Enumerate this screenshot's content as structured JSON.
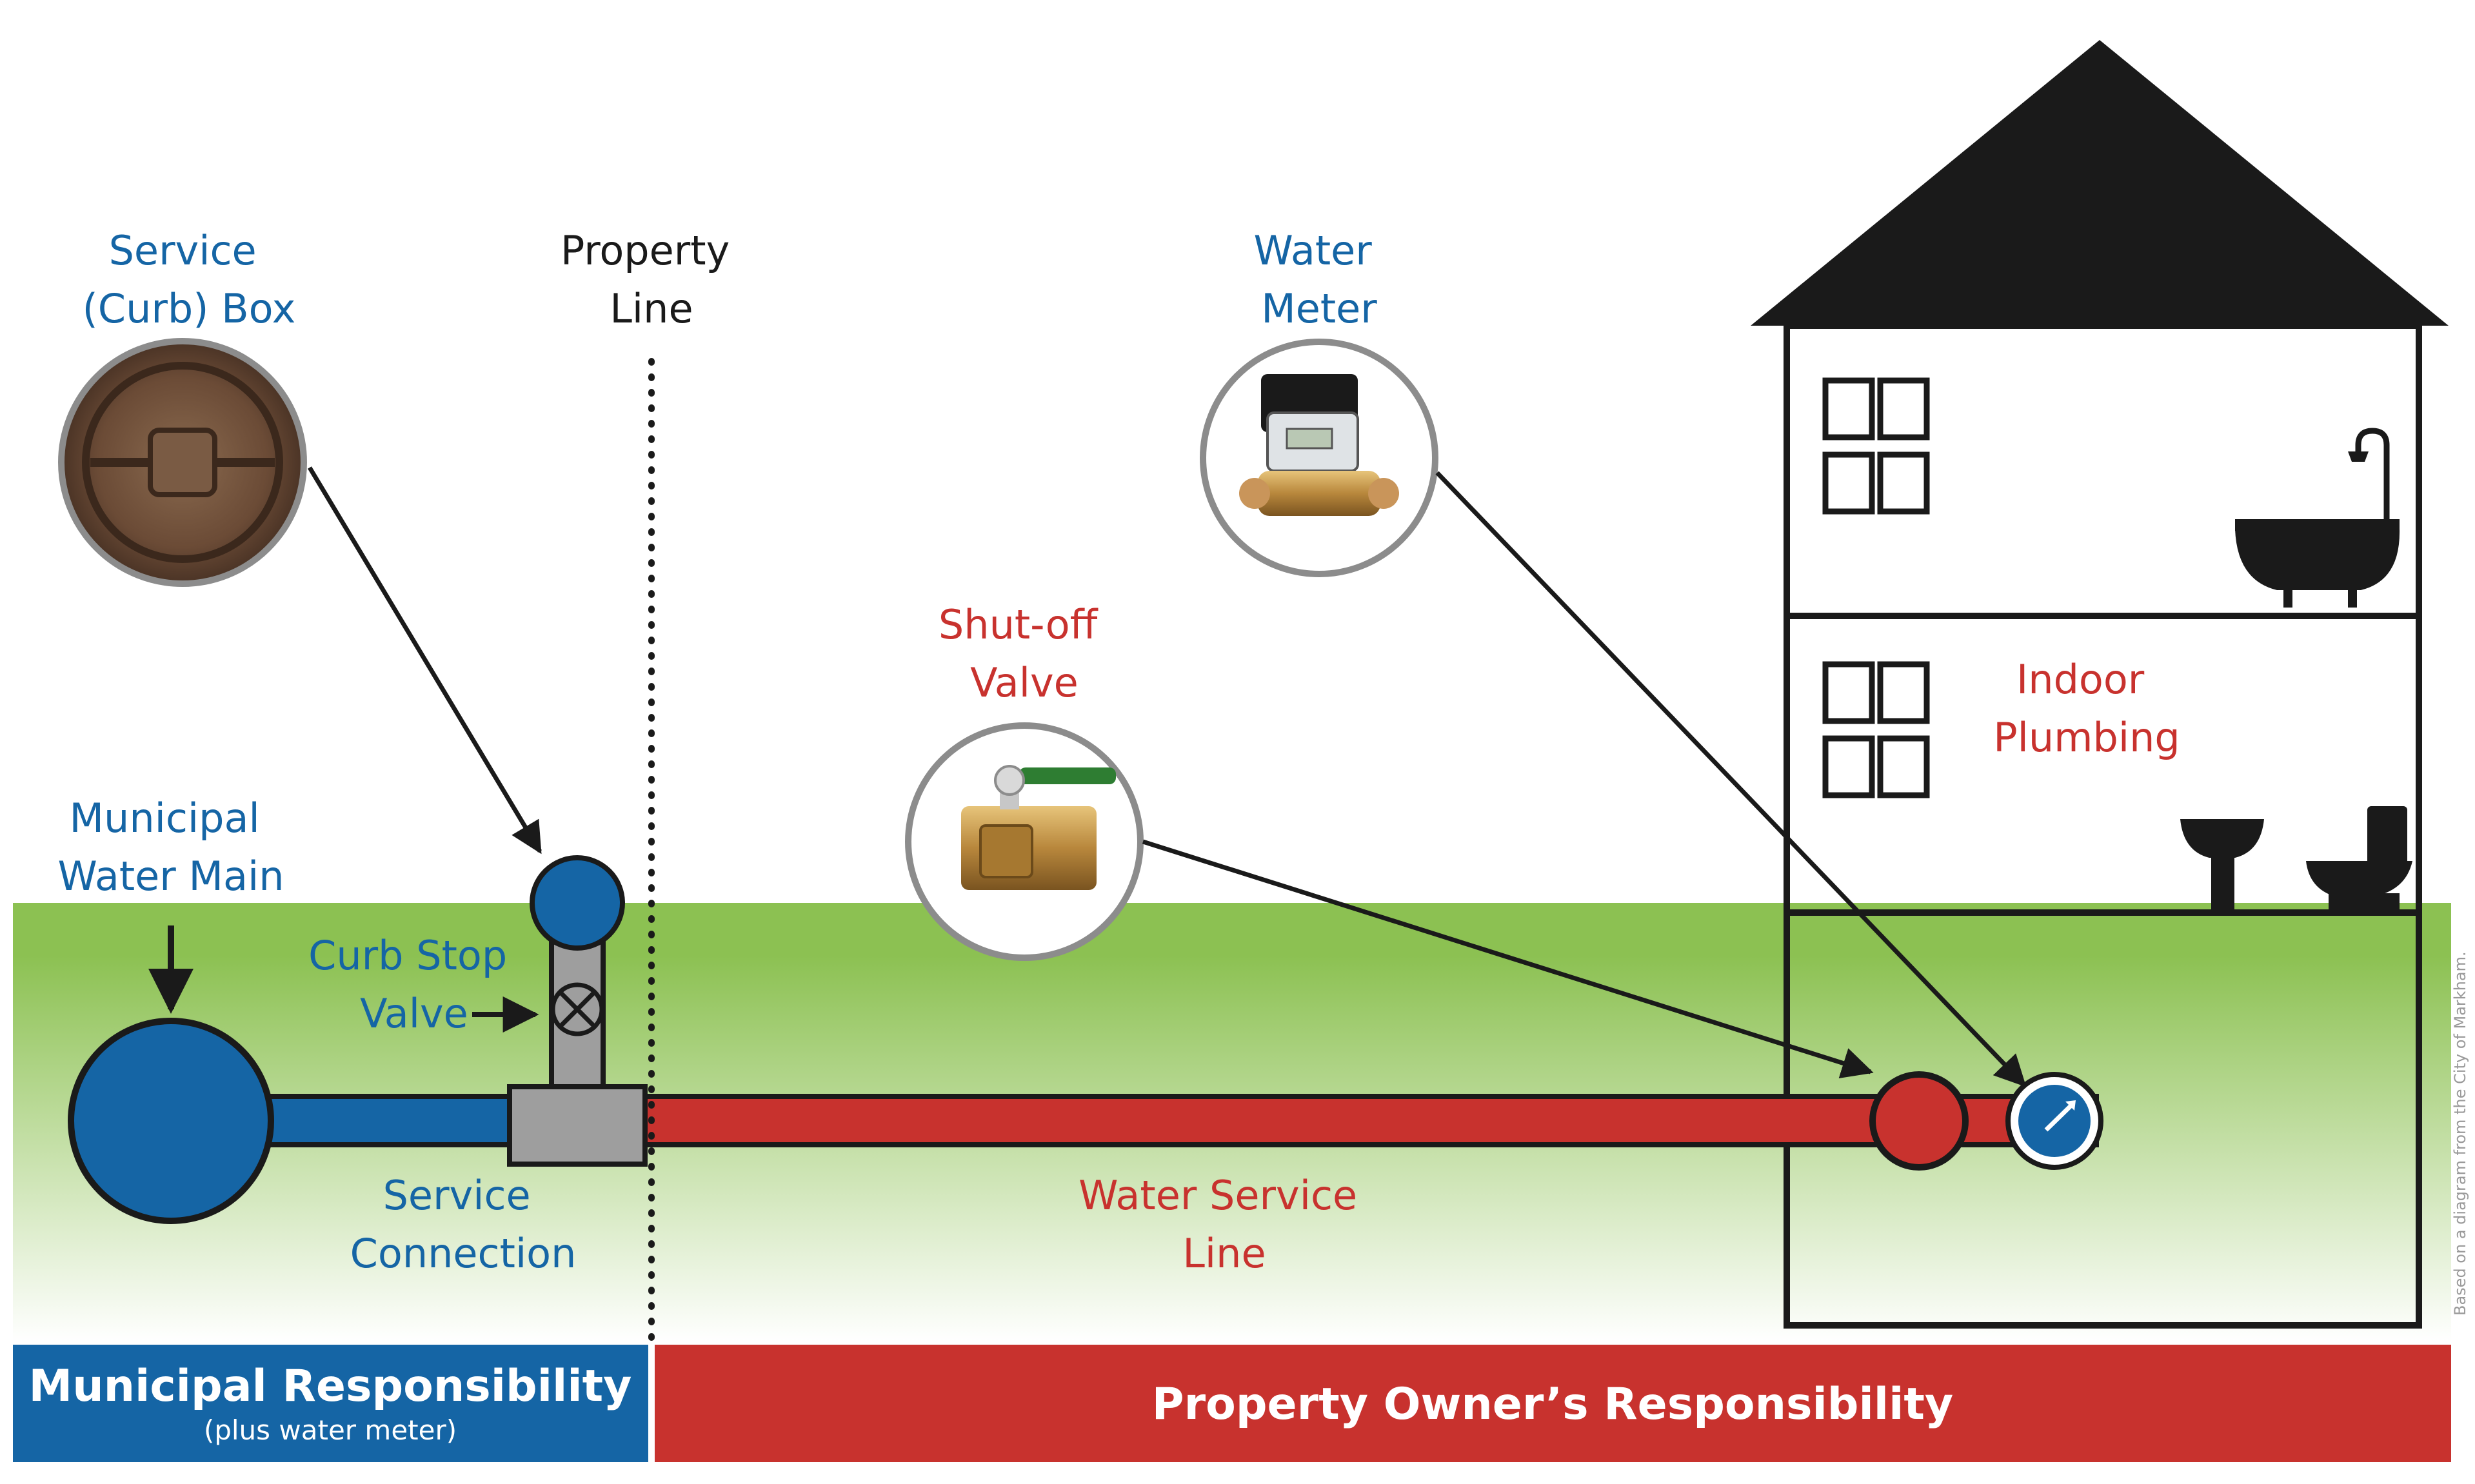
{
  "labels": {
    "service_box": [
      "Service",
      "(Curb) Box"
    ],
    "property_line": [
      "Property",
      "Line"
    ],
    "water_meter": [
      "Water",
      "Meter"
    ],
    "shutoff_valve": [
      "Shut-off",
      "Valve"
    ],
    "indoor_plumbing": [
      "Indoor",
      "Plumbing"
    ],
    "water_main": [
      "Municipal",
      "Water Main"
    ],
    "curb_stop_valve": [
      "Curb Stop",
      "Valve"
    ],
    "service_connection": [
      "Service",
      "Connection"
    ],
    "water_service_line": [
      "Water Service",
      "Line"
    ]
  },
  "banners": {
    "municipal_title": "Municipal Responsibility",
    "municipal_subtitle": "(plus water meter)",
    "owner_title": "Property Owner’s Responsibility"
  },
  "credit": "Based on a diagram from the City of Markham.",
  "colors": {
    "municipal_blue": "#1565a5",
    "owner_red": "#c8322e",
    "grass_green": "#8cc152",
    "fitting_gray": "#9e9e9e"
  }
}
